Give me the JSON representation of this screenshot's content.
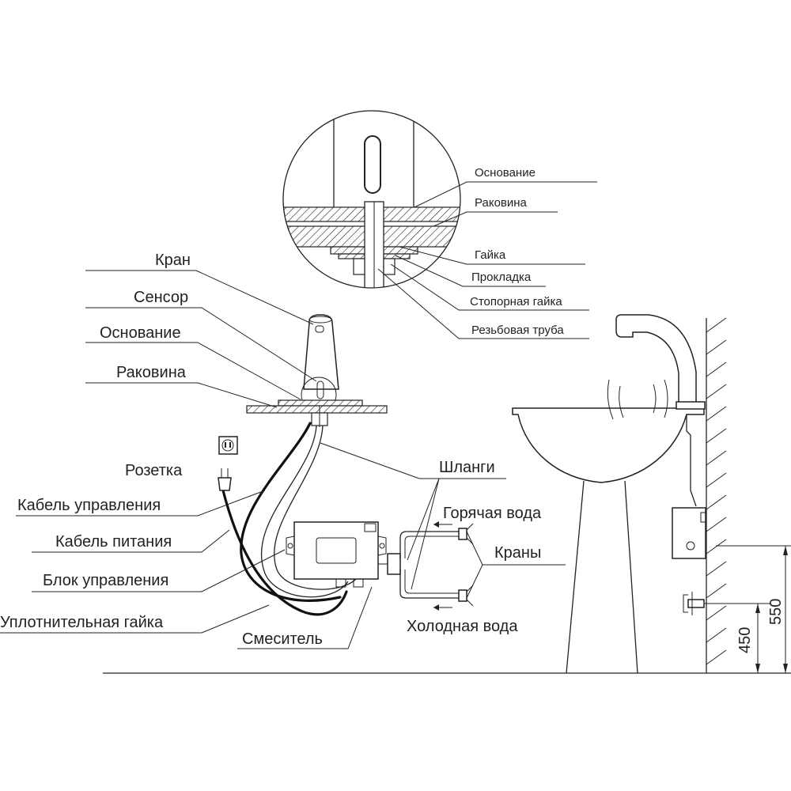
{
  "detail_labels": {
    "base": "Основание",
    "sink": "Раковина",
    "nut": "Гайка",
    "gasket": "Прокладка",
    "lock_nut": "Стопорная гайка",
    "threaded_pipe": "Резьбовая труба"
  },
  "main_labels": {
    "faucet": "Кран",
    "sensor": "Сенсор",
    "base": "Основание",
    "sink": "Раковина",
    "socket": "Розетка",
    "control_cable": "Кабель управления",
    "power_cable": "Кабель питания",
    "control_unit": "Блок управления",
    "sealing_nut": "Уплотнительная гайка",
    "mixer": "Смеситель",
    "hoses": "Шланги",
    "hot_water": "Горячая вода",
    "valves": "Краны",
    "cold_water": "Холодная вода"
  },
  "dimensions": {
    "height_450": "450",
    "height_550": "550"
  }
}
